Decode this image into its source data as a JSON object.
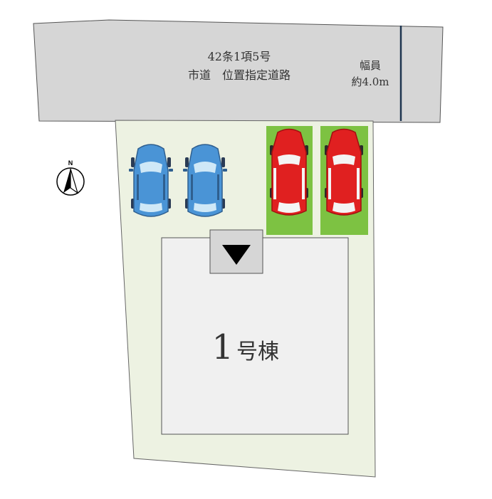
{
  "road": {
    "line1": "42条1項5号",
    "line2": "市道　位置指定道路",
    "width_label": "幅員",
    "width_value": "約4.0m",
    "fill_color": "#d6d6d6"
  },
  "lot": {
    "fill_color": "#edf2e2"
  },
  "compass": {
    "north_label": "N",
    "icon": "north-arrow-icon"
  },
  "parking": {
    "cars": [
      {
        "color": "blue",
        "hex": "#4a94d6",
        "icon": "blue-car-icon"
      },
      {
        "color": "blue",
        "hex": "#4a94d6",
        "icon": "blue-car-icon"
      },
      {
        "color": "red",
        "hex": "#e02020",
        "icon": "red-car-icon",
        "background": "#7dc242"
      },
      {
        "color": "red",
        "hex": "#e02020",
        "icon": "red-car-icon",
        "background": "#7dc242"
      }
    ]
  },
  "building": {
    "number": "1",
    "suffix": "号棟",
    "fill_color": "#f0f0f0",
    "entrance_icon": "entrance-triangle-icon"
  }
}
